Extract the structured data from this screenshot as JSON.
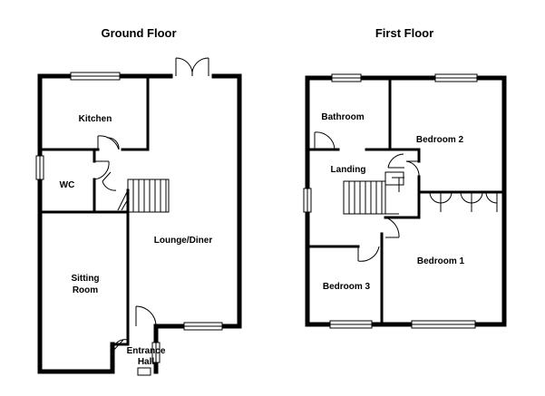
{
  "floors": {
    "ground": {
      "title": "Ground Floor",
      "rooms": {
        "kitchen": "Kitchen",
        "wc": "WC",
        "lounge": "Lounge/Diner",
        "sitting_1": "Sitting",
        "sitting_2": "Room",
        "entrance_1": "Entrance",
        "entrance_2": "Hall"
      }
    },
    "first": {
      "title": "First Floor",
      "rooms": {
        "bathroom": "Bathroom",
        "bedroom2": "Bedroom 2",
        "landing": "Landing",
        "bedroom1": "Bedroom 1",
        "bedroom3": "Bedroom 3"
      }
    }
  }
}
